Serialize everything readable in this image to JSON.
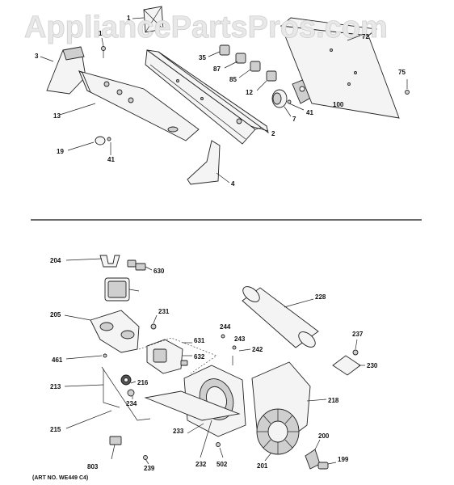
{
  "watermark": "AppliancePartsPros.com",
  "art_number": "(ART NO. WE449 C4)",
  "upper_labels": [
    "1",
    "1",
    "3",
    "13",
    "19",
    "41",
    "4",
    "35",
    "87",
    "85",
    "12",
    "7",
    "41",
    "100",
    "2",
    "72",
    "75"
  ],
  "lower_labels": [
    "204",
    "630",
    "205",
    "231",
    "461",
    "213",
    "216",
    "234",
    "215",
    "803",
    "239",
    "631",
    "632",
    "244",
    "243",
    "242",
    "228",
    "237",
    "230",
    "233",
    "232",
    "502",
    "201",
    "200",
    "199",
    "218"
  ]
}
